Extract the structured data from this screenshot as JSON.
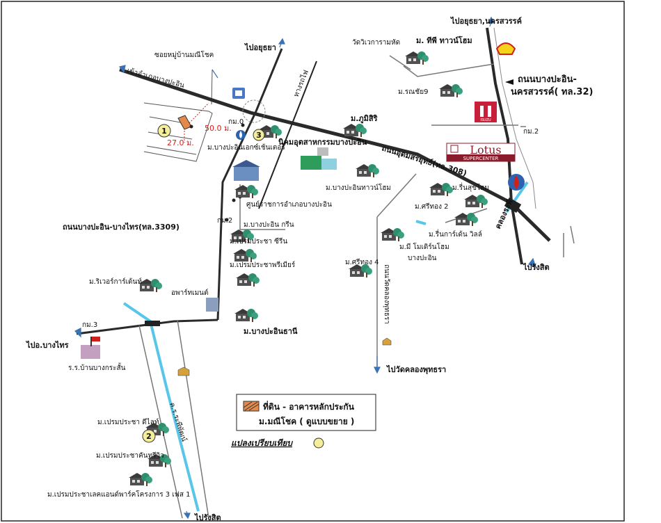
{
  "roads": {
    "to_ayutthaya_nakhonsawan": "ไปอยุธยา,นครสวรรค์",
    "road_bangpain_nakhonsawan_1": "ถนนบางปะอิน-",
    "road_bangpain_nakhonsawan_2": "นครสวรรค์( ทล.32)",
    "to_ayutthaya": "ไปอยุธยา",
    "to_amphoe_bangpain": "เข้าอำเภอบางปะอิน",
    "soi_village": "ซอยหมู่บ้านมณีโชค",
    "railway": "ทางรถไฟ",
    "road_udomsorayut": "ถนนอุดมสรยุทธ์(ทล.308)",
    "road_bangpain_bangsai": "ถนนบางปะอิน-บางไทร(ทล.3309)",
    "to_rangsit_right": "ไปรังสิต",
    "to_rangsit_bottom": "ไปรังสิต",
    "to_bangsai": "ไปอ.บางไทร",
    "to_wat_khlong_phutsa": "ไปวัดคลองพุทธรา",
    "road_wat_khlong_phutsa": "ถนนวัดคลองพุทธรา",
    "khlong_ravi": "คลองระพี",
    "km_0": "กม.0",
    "km_2_main": "กม.2",
    "km_2_right": "กม.2",
    "km_3": "กม.3",
    "canal_text": "ค.ร.ระพีพัฒน์"
  },
  "places": {
    "wat_wirakrayut": "วัดวิเวการามหัด",
    "tp_townhome": "ม. ทีพี ทาวน์โฮม",
    "ron_chai_9": "ม.รณชัย9",
    "phumisiri": "ม.ภูมิสิริ",
    "nikhom": "นิคมอุตสาหกรรมบางปะอิน",
    "bangpain_exchange": "ม.บางปะอินเอกซ์เช้นเตอร์",
    "bangpain_townhome": "ม.บางปะอินทาวน์โฮม",
    "ruen_sukhom": "ม.รื่นสุขโฮม",
    "sritong_2": "ม.ศรีทอง 2",
    "run_garden": "ม.รื่นการ์เด้น วิลล์",
    "government_center": "ศูนย์ราชการอำเภอบางปะอิน",
    "bangpain_green": "ม.บางปะอิน กรีน",
    "mi_modern_1": "ม.มี โมเดิร์นโฮม",
    "mi_modern_2": "บางปะอิน",
    "sritong_4": "ม.ศรีทอง 4",
    "pruemprachaa_sirin": "ม.เปรมประชา ซีรีน",
    "pruemprachaa_premier": "ม.เปรมประชาพรีเมียร์",
    "river_garden": "ม.ริเวอร์การ์เด้นท์",
    "apartment": "อพาร์ทเมนต์",
    "bangpain_thani": "ม.บางปะอินธานี",
    "school": "ร.ร.บ้านบางกระสั้น",
    "premprachaa_delight": "ม.เปรมประชา ดีไลท์",
    "premprachaa_kanthai": "ม.เปรมประชาคันทรีวิว",
    "premprachaa_park": "ม.เปรมประชาเลคแอนด์พาร์คโครงการ 3 เฟส 1"
  },
  "distances": {
    "d50": "50.0 ม.",
    "d27": "27.0 ม."
  },
  "markers": {
    "m1": "1",
    "m2": "2",
    "m3": "3"
  },
  "brands": {
    "lotus_main": "Lotus",
    "lotus_sub": "SUPERCENTER",
    "isuzu": "ISUZU"
  },
  "legend": {
    "line1": "ที่ดิน - อาคารหลักประกัน",
    "line2": "ม.มณีโชค ( ดูแบบขยาย )",
    "line3": "แปลงเปรียบเทียบ"
  },
  "colors": {
    "road": "#2a2a2a",
    "canal": "#58c6e8",
    "red": "#d0201c",
    "collateral_fill": "#e38a4b",
    "compare_fill": "#f4ee9a",
    "lotus": "#8a1b2a",
    "isuzu": "#c7203a",
    "house_green": "#2e8f6d",
    "nikhom_green": "#2e9c5b"
  }
}
